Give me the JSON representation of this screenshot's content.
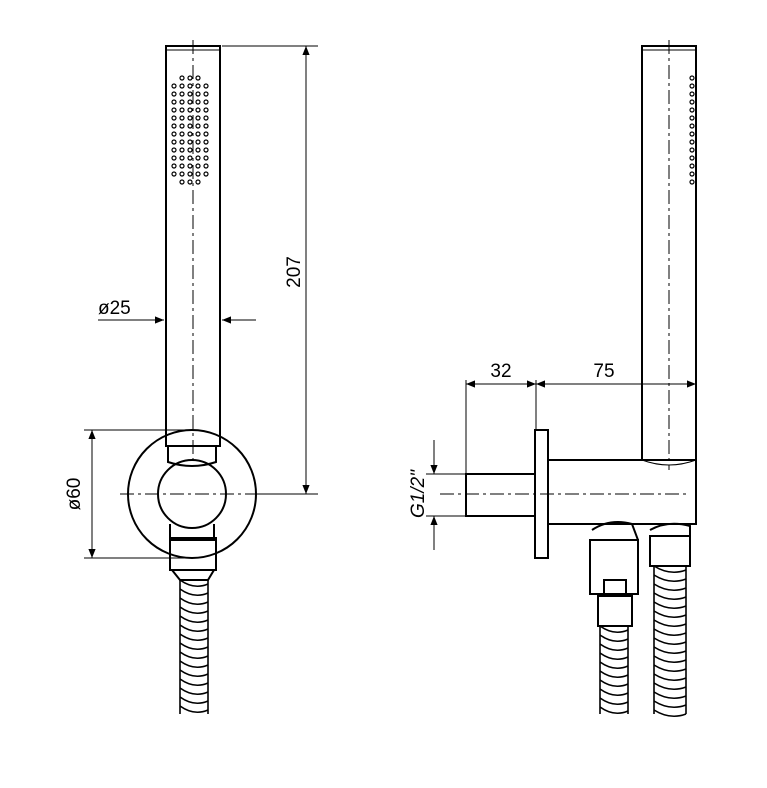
{
  "dimensions": {
    "handle_diameter": "ø25",
    "height": "207",
    "bracket_diameter": "ø60",
    "wall_offset": "32",
    "projection": "75",
    "thread": "G1/2\""
  },
  "views": [
    "front-view",
    "side-view"
  ]
}
